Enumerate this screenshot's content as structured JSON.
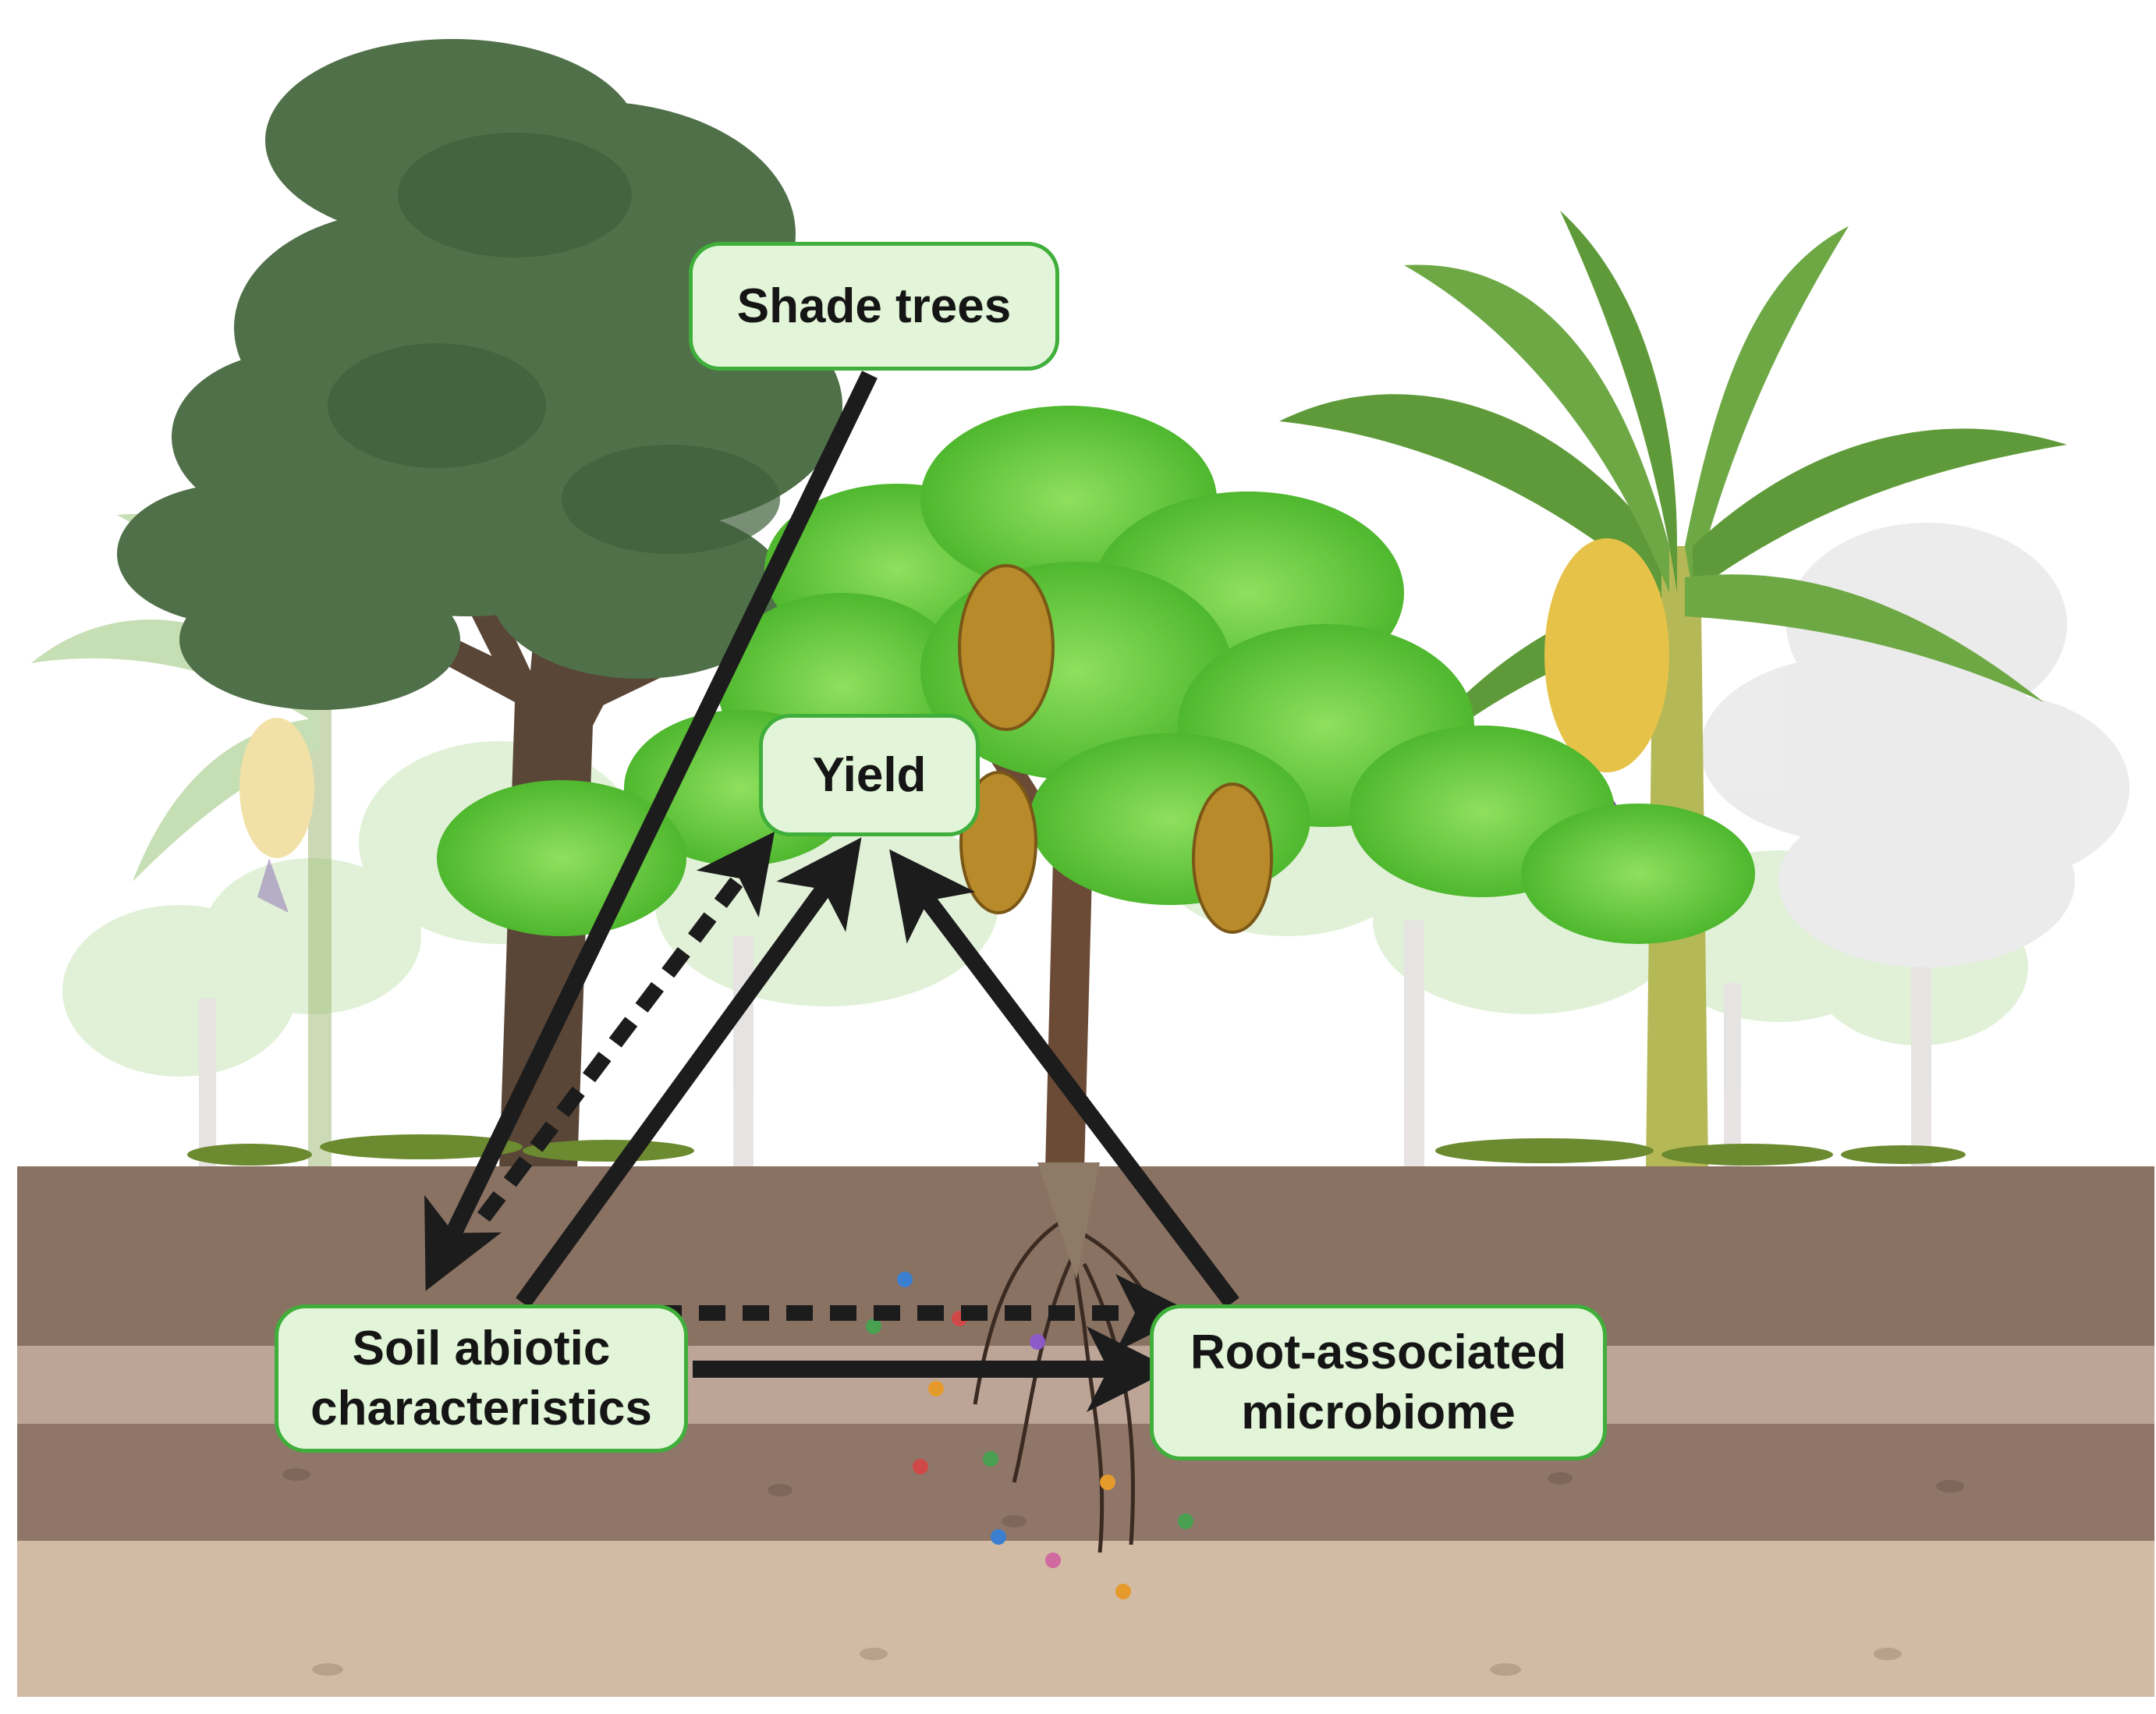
{
  "nodes": {
    "shade_trees": "Shade trees",
    "yield": "Yield",
    "soil_line1": "Soil abiotic",
    "soil_line2": "characteristics",
    "microbiome_line1": "Root-associated",
    "microbiome_line2": "microbiome"
  },
  "edges": [
    {
      "from": "Shade trees",
      "to": "Soil abiotic characteristics",
      "style": "solid"
    },
    {
      "from": "Soil abiotic characteristics",
      "to": "Yield",
      "style": "solid"
    },
    {
      "from": "Soil abiotic characteristics",
      "to": "Yield",
      "style": "dashed"
    },
    {
      "from": "Root-associated microbiome",
      "to": "Yield",
      "style": "solid"
    },
    {
      "from": "Soil abiotic characteristics",
      "to": "Root-associated microbiome",
      "style": "solid"
    },
    {
      "from": "Soil abiotic characteristics",
      "to": "Root-associated microbiome",
      "style": "dashed"
    }
  ],
  "colors": {
    "node_fill": "#e2f5d8",
    "node_border": "#3fae3a",
    "arrow": "#1c1c1c",
    "soil_dark": "#8a7263",
    "soil_light": "#bca597",
    "leaf_green": "#5cc23a",
    "shade_tree": "#4f7048",
    "banana": "#6b9a3c"
  }
}
